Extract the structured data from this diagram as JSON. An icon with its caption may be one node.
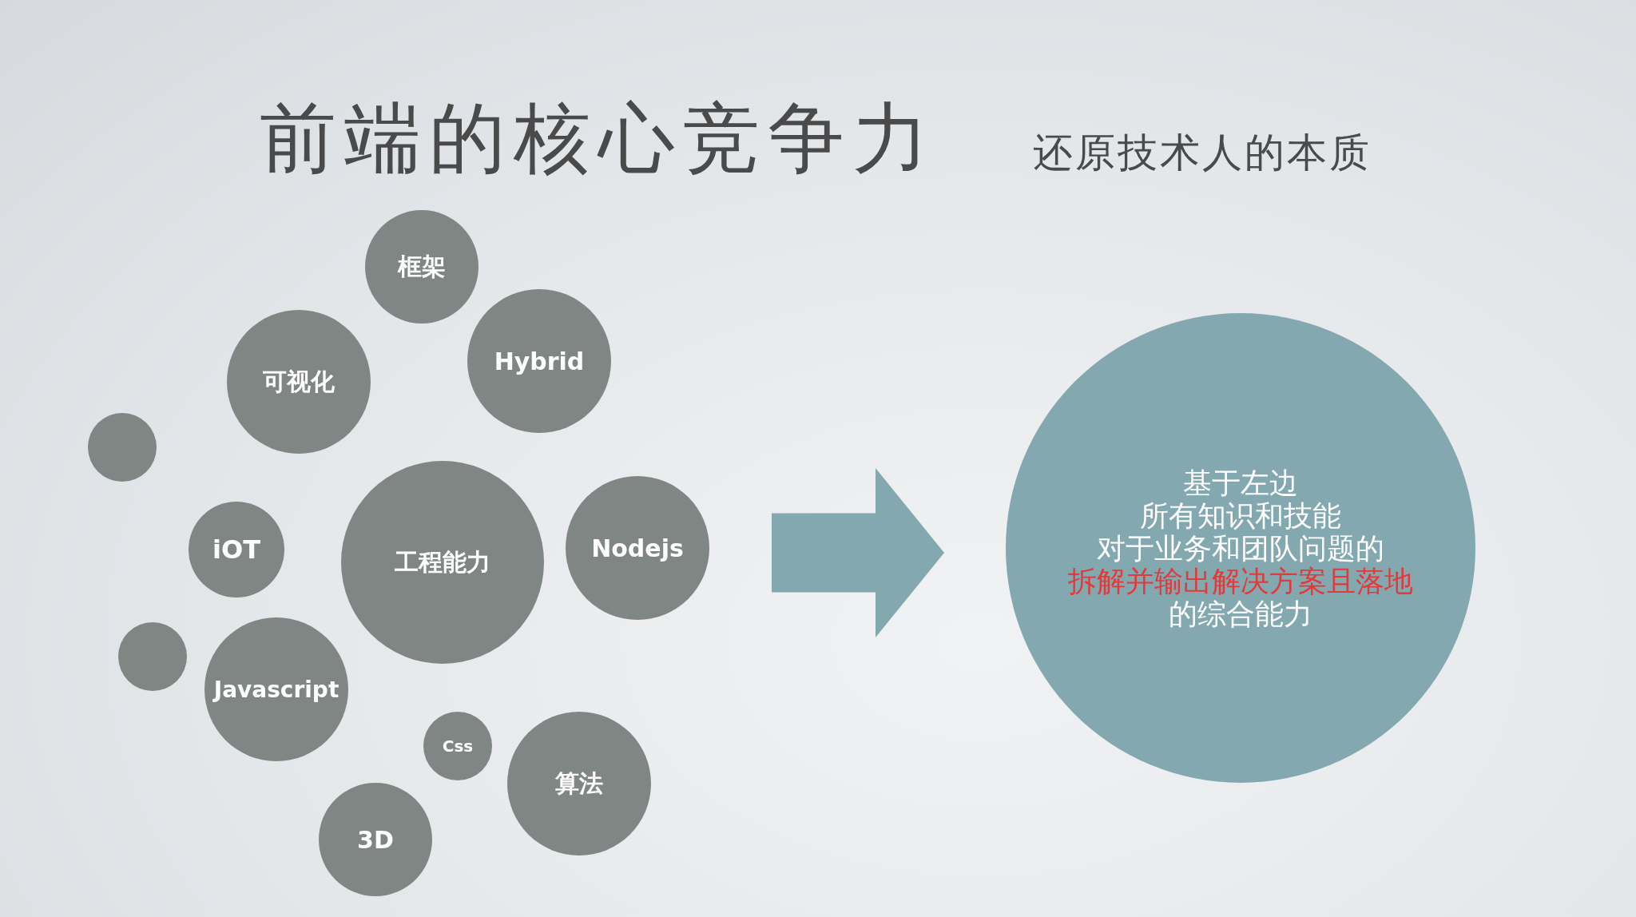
{
  "diagram": {
    "title": "前端的核心竞争力",
    "labels": [
      "还原技术人的本质"
    ],
    "nodes": [
      {
        "text": [
          "框架"
        ]
      },
      {
        "text": [
          "可视化"
        ]
      },
      {
        "text": [
          "Hybrid"
        ]
      },
      {
        "text": [],
        "shape": "circle"
      },
      {
        "text": [
          "iOT"
        ]
      },
      {
        "text": [
          "工程能力"
        ]
      },
      {
        "text": [
          "Nodejs"
        ]
      },
      {
        "text": [],
        "shape": "circle"
      },
      {
        "text": [
          "Javascript"
        ]
      },
      {
        "text": [
          "Css"
        ]
      },
      {
        "text": [
          "算法"
        ]
      },
      {
        "text": [
          "3D"
        ]
      },
      {
        "text": [
          "基于左边",
          "所有知识和技能",
          "对于业务和团队问题的",
          "拆解并输出解决方案且落地",
          "的综合能力"
        ]
      }
    ],
    "edges": [
      {
        "from": null,
        "to": 12,
        "arrow": "to"
      }
    ]
  }
}
